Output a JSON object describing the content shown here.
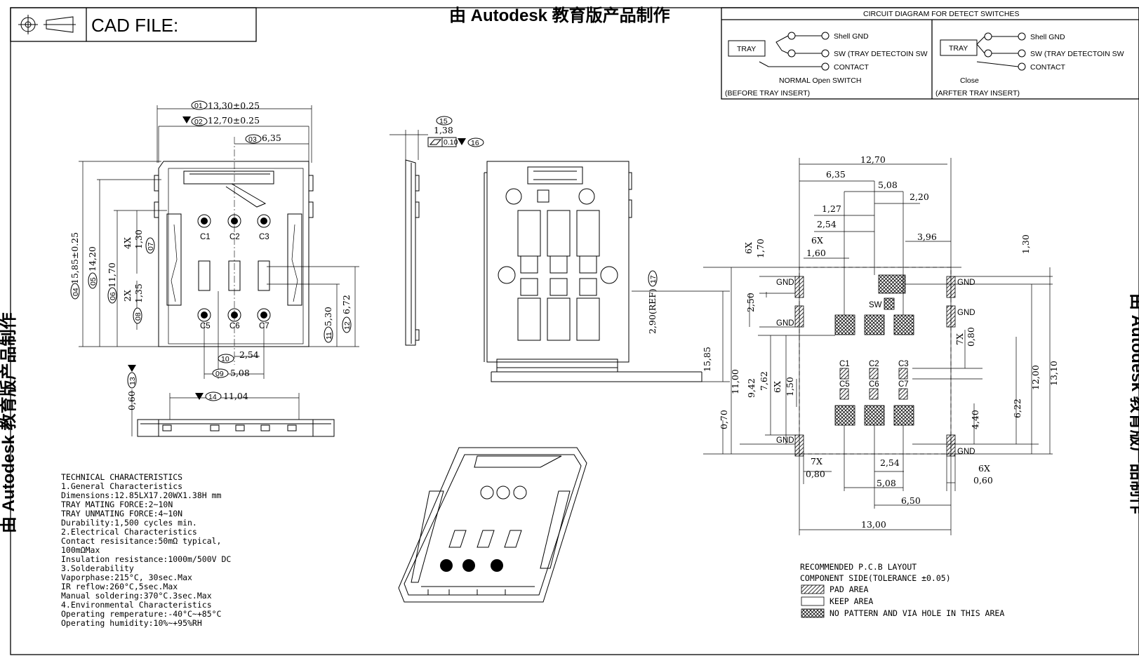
{
  "title_block": {
    "cad_file_label": "CAD FILE:"
  },
  "watermark": {
    "left": "由 Autodesk 教育版产品制作",
    "right": "由 Autodesk 教育版产品制作",
    "top": "由 Autodesk 教育版产品制作"
  },
  "circuit": {
    "title": "CIRCUIT DIAGRAM FOR DETECT SWITCHES",
    "tray": "TRAY",
    "shell_gnd": "Shell GND",
    "sw": "SW (TRAY DETECTOIN SW",
    "contact": "CONTACT",
    "normal_label": "NORMAL  Open SWITCH",
    "close_label": "Close",
    "before": "(BEFORE TRAY INSERT)",
    "after": "(ARFTER TRAY INSERT)"
  },
  "top_view": {
    "dims": {
      "d01": "13,30±0.25",
      "d02": "12,70±0.25",
      "d03": "6,35",
      "d04": "15,85±0.25",
      "d05": "14,20",
      "d06": "11,70",
      "d07": "1,30",
      "d07x": "4X",
      "d08": "1,35",
      "d08x": "2X",
      "d09": "5,08",
      "d10": "2,54",
      "d11": "5,30",
      "d12": "6,72",
      "d13": "0,60",
      "d14": "11,04"
    },
    "bubbles": [
      "01",
      "02",
      "03",
      "04",
      "05",
      "06",
      "07",
      "08",
      "09",
      "10",
      "11",
      "12",
      "13",
      "14"
    ],
    "contacts": [
      "C1",
      "C2",
      "C3",
      "C5",
      "C6",
      "C7"
    ]
  },
  "side_view": {
    "d15": "1,38",
    "bubbles": [
      "15",
      "16",
      "17"
    ],
    "flatness": "0.10",
    "d17": "2,90(REF)"
  },
  "pcb": {
    "dims": {
      "w1270": "12,70",
      "w635": "6,35",
      "w508": "5,08",
      "w220": "2,20",
      "w127": "1,27",
      "w254": "2,54",
      "w396": "3,96",
      "x6a": "6X",
      "w160": "1,60",
      "x6b": "6X",
      "h170": "1,70",
      "h130": "1,30",
      "h250": "2,50",
      "x7a": "7X",
      "h080": "0,80",
      "h1585": "15,85",
      "h1100": "11,00",
      "h942": "9,42",
      "h762": "7,62",
      "x6c": "6X",
      "h150": "1,50",
      "h070": "0,70",
      "h1200": "12,00",
      "h1310": "13,10",
      "h622": "6,22",
      "h440": "4,40",
      "x7b": "7X",
      "b080": "0,80",
      "b254": "2,54",
      "b508": "5,08",
      "x6d": "6X",
      "b060": "0,60",
      "b650": "6,50",
      "b1300": "13,00"
    },
    "labels": {
      "gnd": "GND",
      "sw": "SW"
    },
    "contacts": [
      "C1",
      "C2",
      "C3",
      "C5",
      "C6",
      "C7"
    ],
    "legend": {
      "title1": "RECOMMENDED P.C.B LAYOUT",
      "title2": "COMPONENT SIDE(TOLERANCE ±0.05)",
      "pad": "PAD AREA",
      "keep": "KEEP AREA",
      "no_pattern": "NO PATTERN AND VIA HOLE IN THIS AREA"
    }
  },
  "tech": [
    "TECHNICAL CHARACTERISTICS",
    "1.General Characteristics",
    "Dimensions:12.85LX17.20WX1.38H mm",
    "TRAY MATING FORCE:2~10N",
    "TRAY UNMATING FORCE:4~10N",
    "Durability:1,500 cycles min.",
    "2.Electrical Characteristics",
    "Contact resisitance:50mΩ typical,",
    "100mΩMax",
    "Insulation resistance:1000m/500V DC",
    "3.Solderability",
    "Vaporphase:215°C, 30sec.Max",
    "IR reflow:260°C,5sec.Max",
    "Manual soldering:370°C.3sec.Max",
    "4.Environmental Characteristics",
    "Operating remperature:-40°C~+85°C",
    "Operating humidity:10%~+95%RH"
  ]
}
